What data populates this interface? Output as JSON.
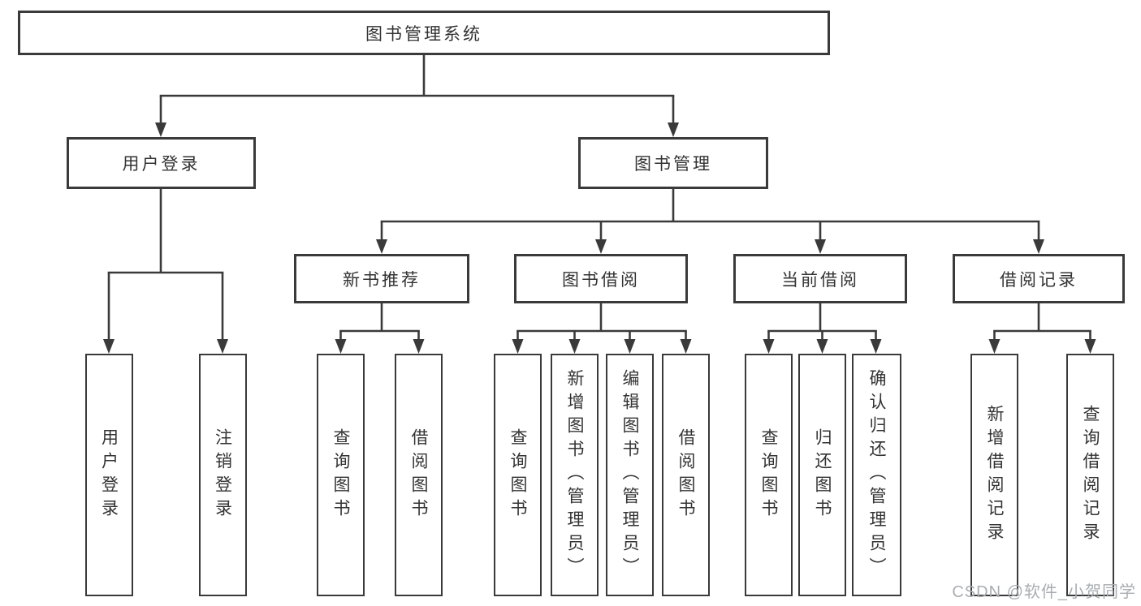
{
  "diagram": {
    "root": {
      "label": "图书管理系统"
    },
    "level2": {
      "user_login": {
        "label": "用户登录"
      },
      "book_mgmt": {
        "label": "图书管理"
      }
    },
    "level3": {
      "new_books": {
        "label": "新书推荐"
      },
      "book_borrow": {
        "label": "图书借阅"
      },
      "current_borrow": {
        "label": "当前借阅"
      },
      "borrow_records": {
        "label": "借阅记录"
      }
    },
    "leaves": {
      "user_login": [
        "用户登录",
        "注销登录"
      ],
      "new_books": [
        "查询图书",
        "借阅图书"
      ],
      "book_borrow": [
        "查询图书",
        "新增图书（管理员）",
        "编辑图书（管理员）",
        "借阅图书"
      ],
      "current_borrow": [
        "查询图书",
        "归还图书",
        "确认归还（管理员）"
      ],
      "borrow_records": [
        "新增借阅记录",
        "查询借阅记录"
      ]
    }
  },
  "watermark": "CSDN @软件_小贺同学",
  "colors": {
    "line": "#3a3a3a",
    "border": "#3a3a3a",
    "text": "#333333",
    "watermark": "#a9adb2",
    "background": "#ffffff"
  }
}
